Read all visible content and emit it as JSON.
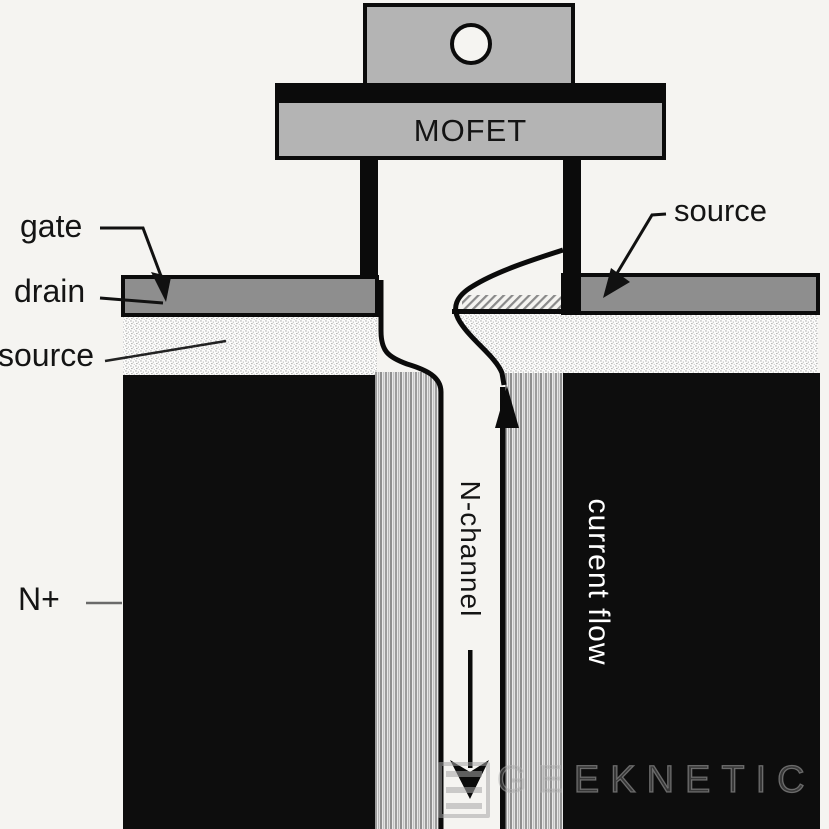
{
  "package": {
    "label": "MOFET"
  },
  "labels": {
    "gate": "gate",
    "drain": "drain",
    "source_left": "source",
    "n_plus": "N+",
    "source_right": "source",
    "n_channel": "N-channel",
    "current_flow": "current flow"
  },
  "watermark": {
    "text": "GEEKNETIC"
  },
  "colors": {
    "background": "#f5f4f1",
    "metal_gray": "#8e8e8e",
    "package_gray": "#b4b4b4",
    "ink_black": "#0b0b0b",
    "substrate_black": "#0d0d0d",
    "watermark_gray": "#a5a5a5",
    "label_text": "#141414",
    "current_flow_text": "#ffffff"
  }
}
